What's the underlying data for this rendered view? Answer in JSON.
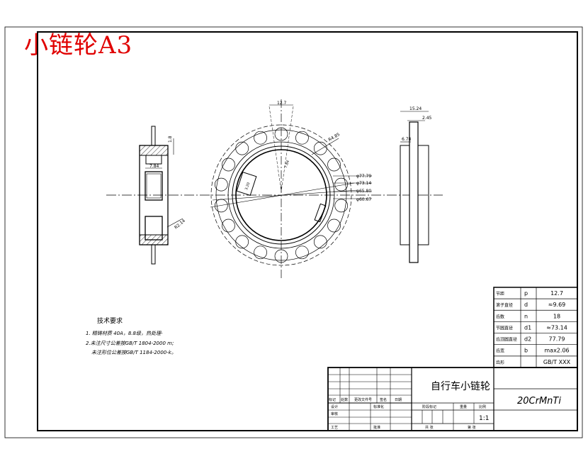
{
  "title": "小链轮A3",
  "colors": {
    "title": "#e00000",
    "lines": "#000000"
  },
  "dimensions": {
    "front_pitch": "12.7",
    "front_radius": "R4.85",
    "front_d_a": "φ77.79",
    "front_d_b": "φ73.14",
    "front_d_c": "φ65.80",
    "front_d_d": "φ60.67",
    "front_inner_a": "7.84",
    "front_inner_b": "3.20",
    "left_top": "1.8",
    "left_width": "7.84",
    "left_radius": "R2.14",
    "right_total": "15.24",
    "right_plate": "2.45",
    "right_offset": "6.78"
  },
  "parameter_table": [
    {
      "name": "节距",
      "symbol": "p",
      "value": "12.7"
    },
    {
      "name": "滚子直径",
      "symbol": "d",
      "value": "≈9.69"
    },
    {
      "name": "齿数",
      "symbol": "n",
      "value": "18"
    },
    {
      "name": "节圆直径",
      "symbol": "d1",
      "value": "≈73.14"
    },
    {
      "name": "齿顶圆直径",
      "symbol": "d2",
      "value": "77.79"
    },
    {
      "name": "齿宽",
      "symbol": "b",
      "value": "max2.06"
    },
    {
      "name": "齿形",
      "symbol": "",
      "value": "GB/T XXX"
    }
  ],
  "tech_requirements": {
    "heading": "技术要求",
    "lines": [
      "1. 精铸材质 40A，8.8级，热处理-",
      "2.未注尺寸公差按GB/T 1804-2000 m;",
      "未注形位公差按GB/T 1184-2000-k。"
    ]
  },
  "title_block": {
    "part_name": "自行车小链轮",
    "material": "20CrMnTi",
    "scale": "1:1",
    "labels": {
      "mark": "标记",
      "count": "处数",
      "doc": "更改文件号",
      "sign": "签名",
      "date": "日期",
      "design": "设计",
      "standard": "标准化",
      "stage": "阶段标记",
      "weight": "重量",
      "ratio": "比例",
      "check": "审核",
      "process": "工艺",
      "approve": "批准",
      "total": "共 张",
      "sheet": "第 张"
    }
  }
}
